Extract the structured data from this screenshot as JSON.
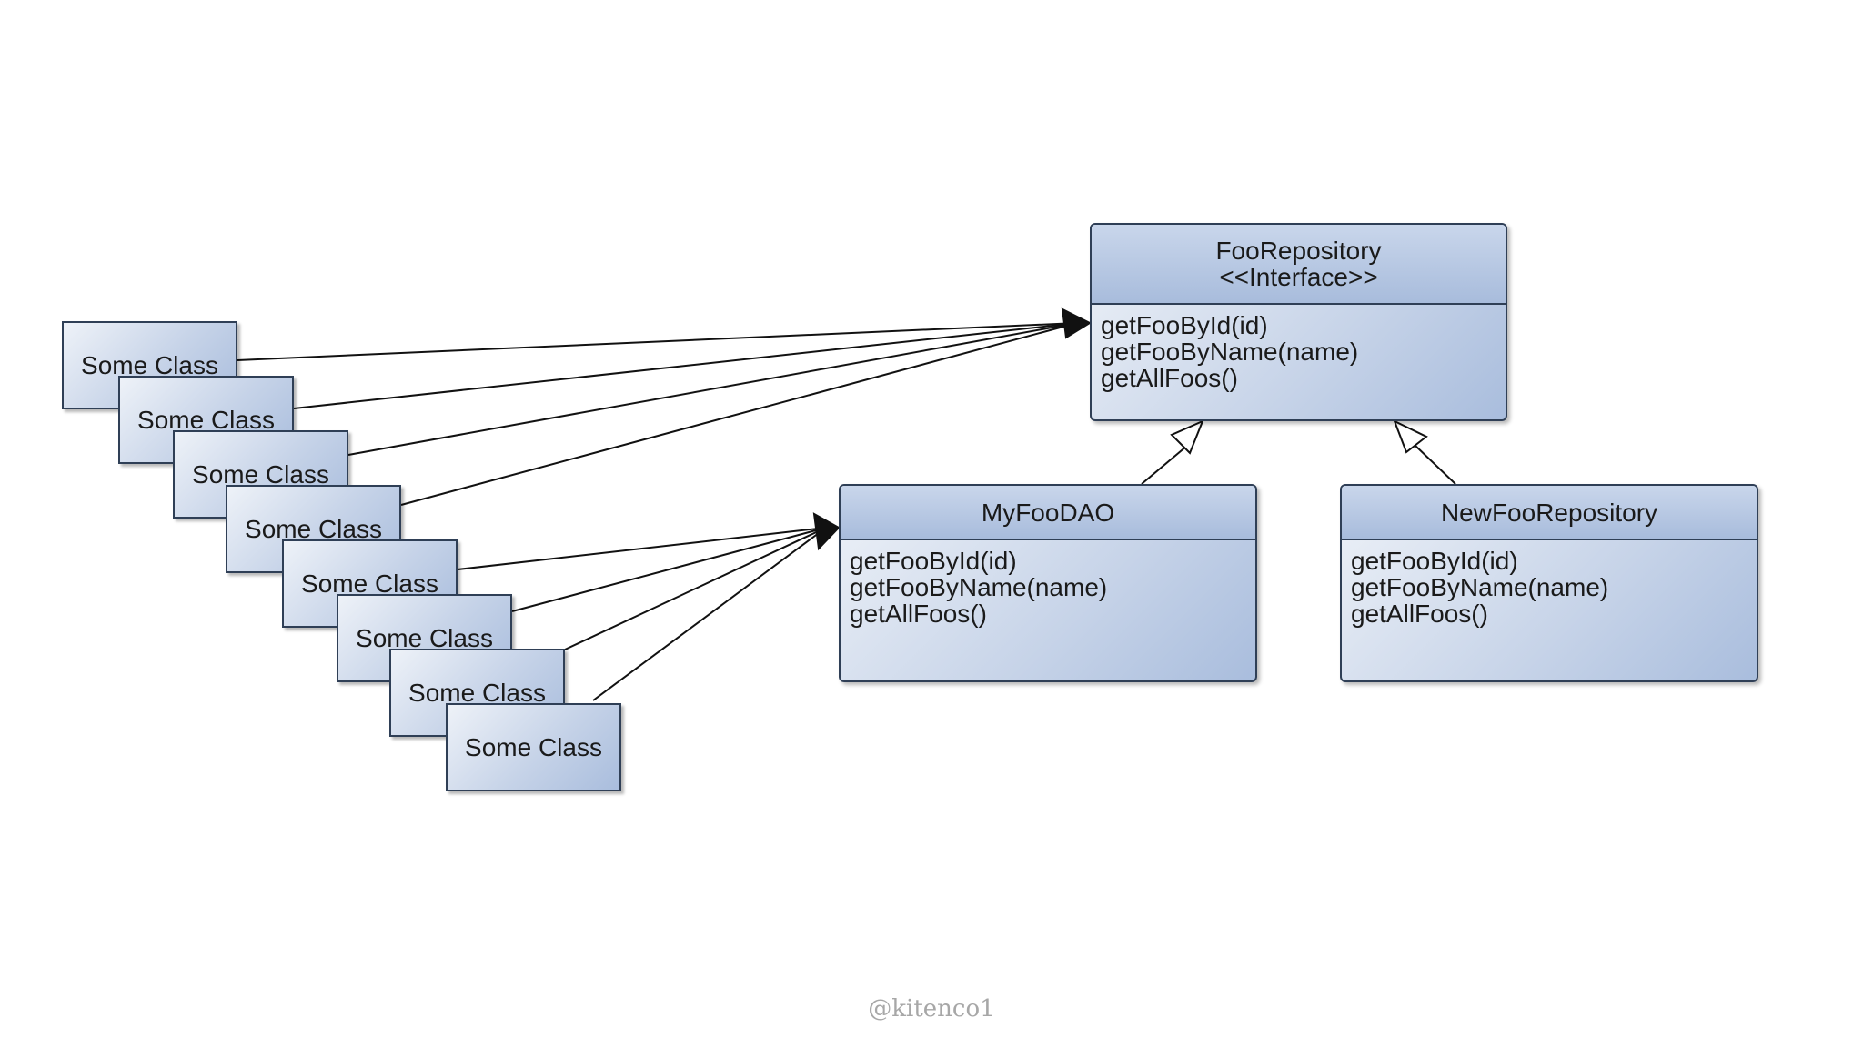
{
  "some_classes": [
    {
      "label": "Some Class",
      "target": "interface"
    },
    {
      "label": "Some Class",
      "target": "interface"
    },
    {
      "label": "Some Class",
      "target": "interface"
    },
    {
      "label": "Some Class",
      "target": "interface"
    },
    {
      "label": "Some Class",
      "target": "dao"
    },
    {
      "label": "Some Class",
      "target": "dao"
    },
    {
      "label": "Some Class",
      "target": "dao"
    },
    {
      "label": "Some Class",
      "target": "dao"
    }
  ],
  "interface": {
    "name": "FooRepository",
    "stereotype": "<<Interface>>",
    "methods": [
      "getFooById(id)",
      "getFooByName(name)",
      "getAllFoos()"
    ]
  },
  "dao": {
    "name": "MyFooDAO",
    "methods": [
      "getFooById(id)",
      "getFooByName(name)",
      "getAllFoos()"
    ]
  },
  "new_repo": {
    "name": "NewFooRepository",
    "methods": [
      "getFooById(id)",
      "getFooByName(name)",
      "getAllFoos()"
    ]
  },
  "credit": "@kitenco1",
  "colors": {
    "line": "#111111",
    "border": "#2f3f56",
    "header": "#a8bcdc",
    "credit": "#a7a7a7"
  }
}
